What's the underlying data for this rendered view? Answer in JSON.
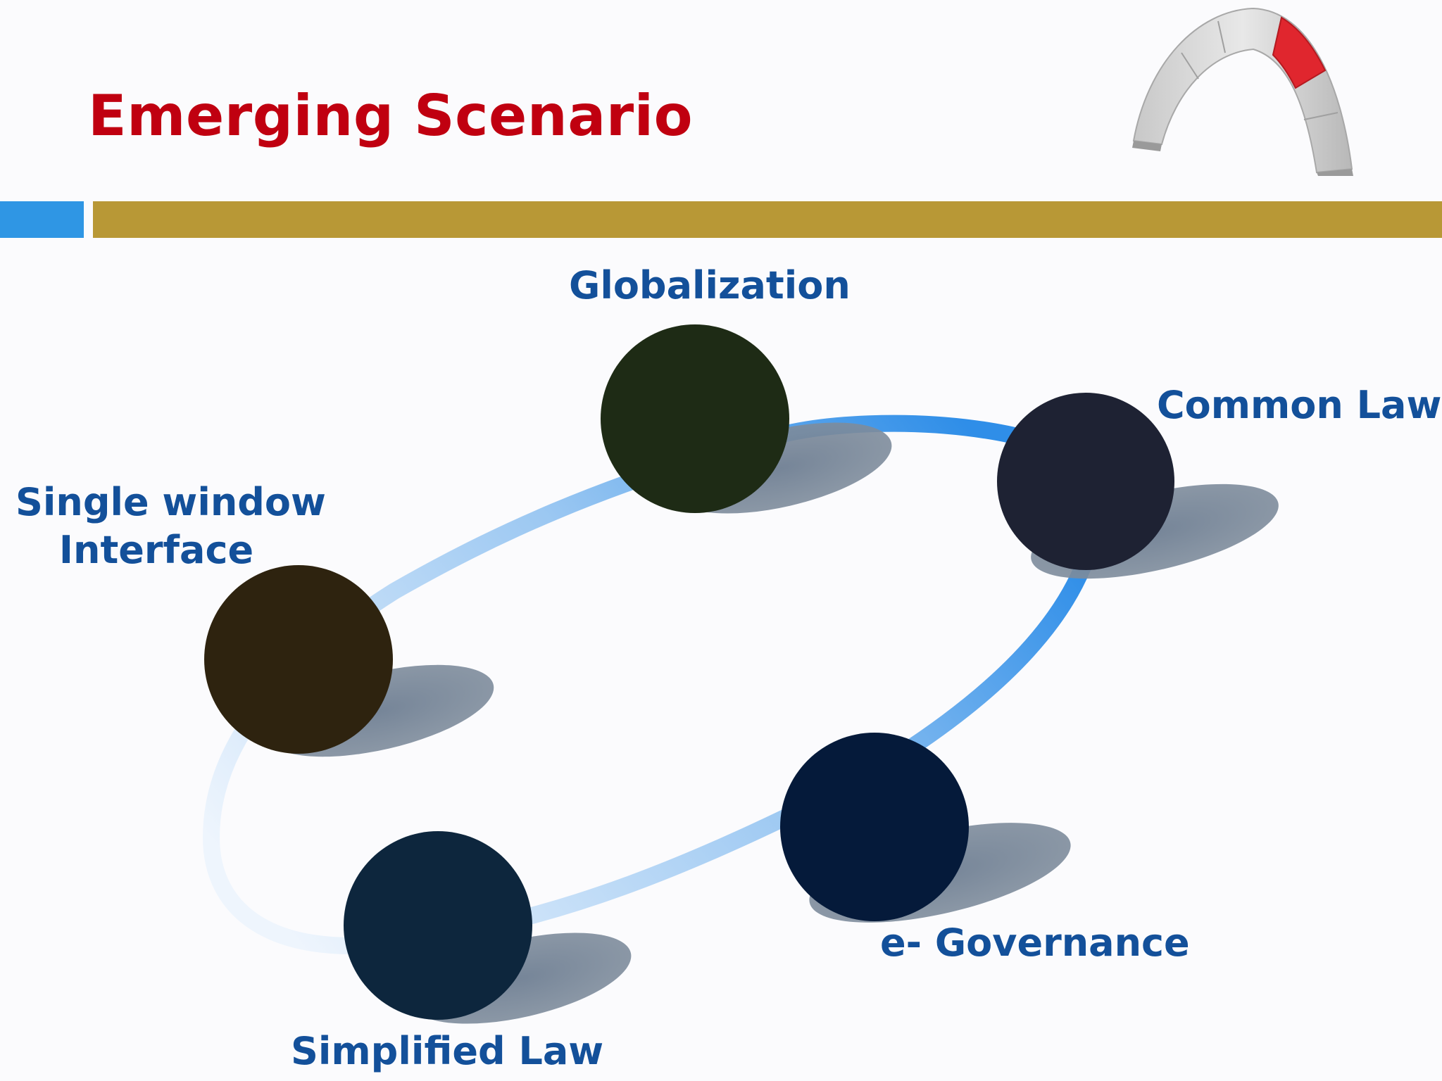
{
  "slide": {
    "title": "Emerging Scenario",
    "accent_colors": {
      "title": "#c00010",
      "bar_left": "#2f96e4",
      "bar_main": "#b89836",
      "label": "#13509a",
      "ring": "#3b97e6"
    },
    "logo_icon": "stone-arch-icon"
  },
  "diagram": {
    "type": "cycle",
    "nodes": [
      {
        "id": "globalization",
        "label": "Globalization",
        "color": "#1e2b15"
      },
      {
        "id": "common-law",
        "label": "Common Law",
        "color": "#1e2233"
      },
      {
        "id": "e-governance",
        "label": "e- Governance",
        "color": "#051a3a"
      },
      {
        "id": "simplified-law",
        "label": "Simplified Law",
        "color": "#0d263d"
      },
      {
        "id": "single-window",
        "label_line1": "Single window",
        "label_line2": "Interface",
        "color": "#2e230f"
      }
    ]
  }
}
